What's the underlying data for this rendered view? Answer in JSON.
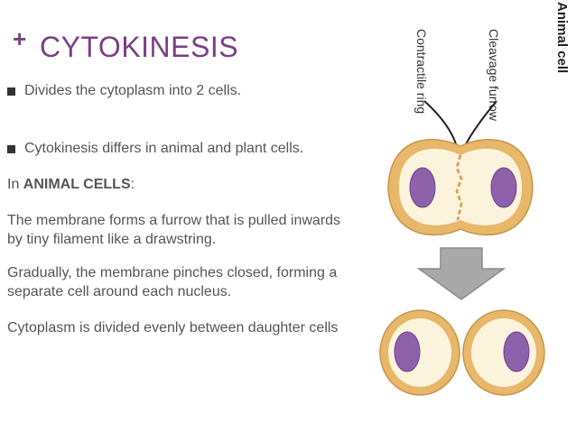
{
  "slide": {
    "plus": "+",
    "title": "CYTOKINESIS",
    "bullets": [
      "Divides the cytoplasm into 2 cells.",
      "Cytokinesis differs in animal and plant cells."
    ],
    "intro_prefix": "In ",
    "intro_bold": "ANIMAL CELLS",
    "intro_suffix": ":",
    "paragraphs": [
      "The membrane forms a furrow that is pulled inwards by tiny filament like a drawstring.",
      "Gradually, the membrane pinches closed, forming a separate cell around each nucleus.",
      "Cytoplasm is divided evenly between daughter cells"
    ]
  },
  "figure": {
    "label_animal_cell": "Animal cell",
    "label_cleavage_furrow": "Cleavage furrow",
    "label_contractile_ring": "Contractile ring",
    "colors": {
      "membrane": "#e7b76a",
      "cytoplasm": "#fcf3dc",
      "nucleus": "#8e61ab",
      "arrow": "#a9a9a9"
    }
  }
}
